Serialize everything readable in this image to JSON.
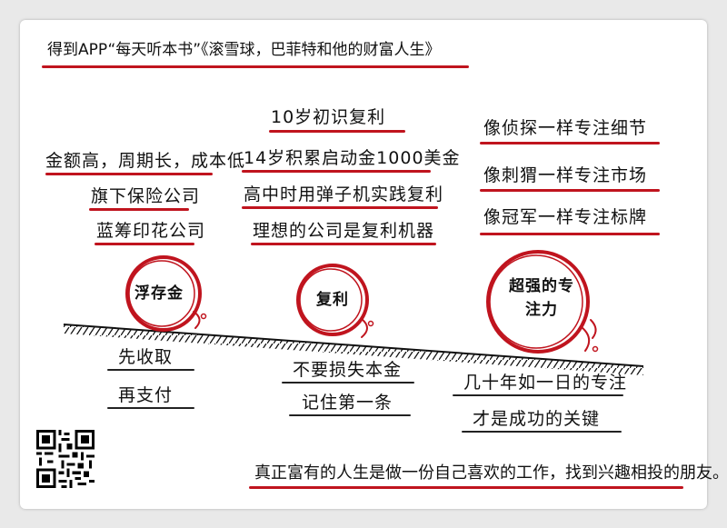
{
  "header": {
    "title": "得到APP“每天听本书”《滚雪球，巴菲特和他的财富人生》"
  },
  "left_column": {
    "items": [
      "金额高，周期长，成本低",
      "旗下保险公司",
      "蓝筹印花公司"
    ],
    "circle_label": "浮存金",
    "below": [
      "先收取",
      "再支付"
    ]
  },
  "middle_column": {
    "items": [
      "10岁初识复利",
      "14岁积累启动金1000美金",
      "高中时用弹子机实践复利",
      "理想的公司是复利机器"
    ],
    "circle_label": "复利",
    "below": [
      "不要损失本金",
      "记住第一条"
    ]
  },
  "right_column": {
    "items": [
      "像侦探一样专注细节",
      "像刺猬一样专注市场",
      "像冠军一样专注标牌"
    ],
    "circle_label": "超强的专注力",
    "below": [
      "几十年如一日的专注",
      "才是成功的关键"
    ]
  },
  "footer": {
    "conclusion": "真正富有的人生是做一份自己喜欢的工作，找到兴趣相投的朋友。"
  },
  "colors": {
    "accent": "#c0141e",
    "ink": "#111111",
    "background": "#ffffff"
  },
  "icons": {
    "qr": "qr-code-icon"
  }
}
